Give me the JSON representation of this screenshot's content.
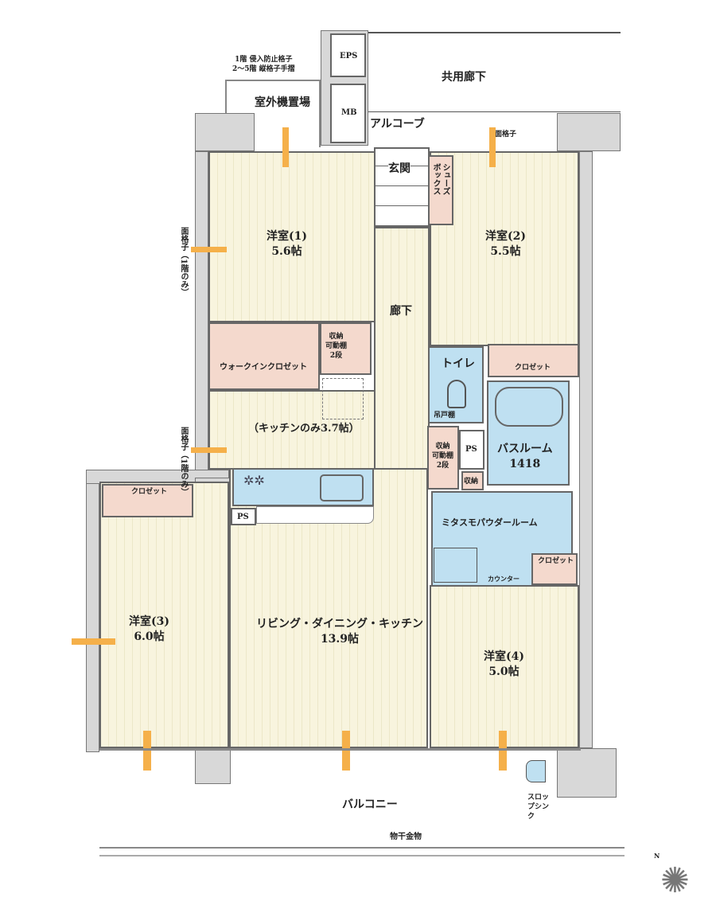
{
  "labels": {
    "shared_corridor": "共用廊下",
    "eps": "EPS",
    "mb": "MB",
    "alcove": "アルコーブ",
    "outdoor_unit": "室外機置場",
    "grille_note_line1": "1階 侵入防止格子",
    "grille_note_line2": "2～5階 縦格子手摺",
    "entrance": "玄関",
    "shoe_box": "シューズボックス",
    "grille_top": "面格子",
    "grille_side1": "面格子",
    "grille_side1_note": "（1階のみ）",
    "grille_side2": "面格子",
    "grille_side2_note": "（1階のみ）",
    "hallway": "廊下",
    "room1_name": "洋室(1)",
    "room1_size": "5.6帖",
    "room2_name": "洋室(2)",
    "room2_size": "5.5帖",
    "room3_name": "洋室(3)",
    "room3_size": "6.0帖",
    "room4_name": "洋室(4)",
    "room4_size": "5.0帖",
    "walk_in_closet": "ウォークインクロゼット",
    "storage1": "収納\n可動棚\n2段",
    "storage2": "収納\n可動棚\n2段",
    "storage_small": "収納",
    "kitchen_only": "（キッチンのみ3.7帖）",
    "toilet": "トイレ",
    "hanging_shelf": "吊戸棚",
    "closet_r2": "クロゼット",
    "closet_r3": "クロゼット",
    "closet_r4": "クロゼット",
    "ps1": "PS",
    "ps2": "PS",
    "bathroom": "バスルーム",
    "bathroom_size": "1418",
    "powder_room": "ミタスモパウダールーム",
    "counter": "カウンター",
    "ldk_name": "リビング・ダイニング・キッチン",
    "ldk_size": "13.9帖",
    "balcony": "バルコニー",
    "drying_hardware": "物干金物",
    "slop_sink": "スロップシンク",
    "north": "N"
  },
  "colors": {
    "floor": "#f8f4de",
    "storage": "#f4d9cd",
    "wet_area": "#bfe0f1",
    "wall": "#d8d8d8",
    "airflow_arrow": "#f5b04a",
    "wind_mark": "#3aa8c8"
  }
}
